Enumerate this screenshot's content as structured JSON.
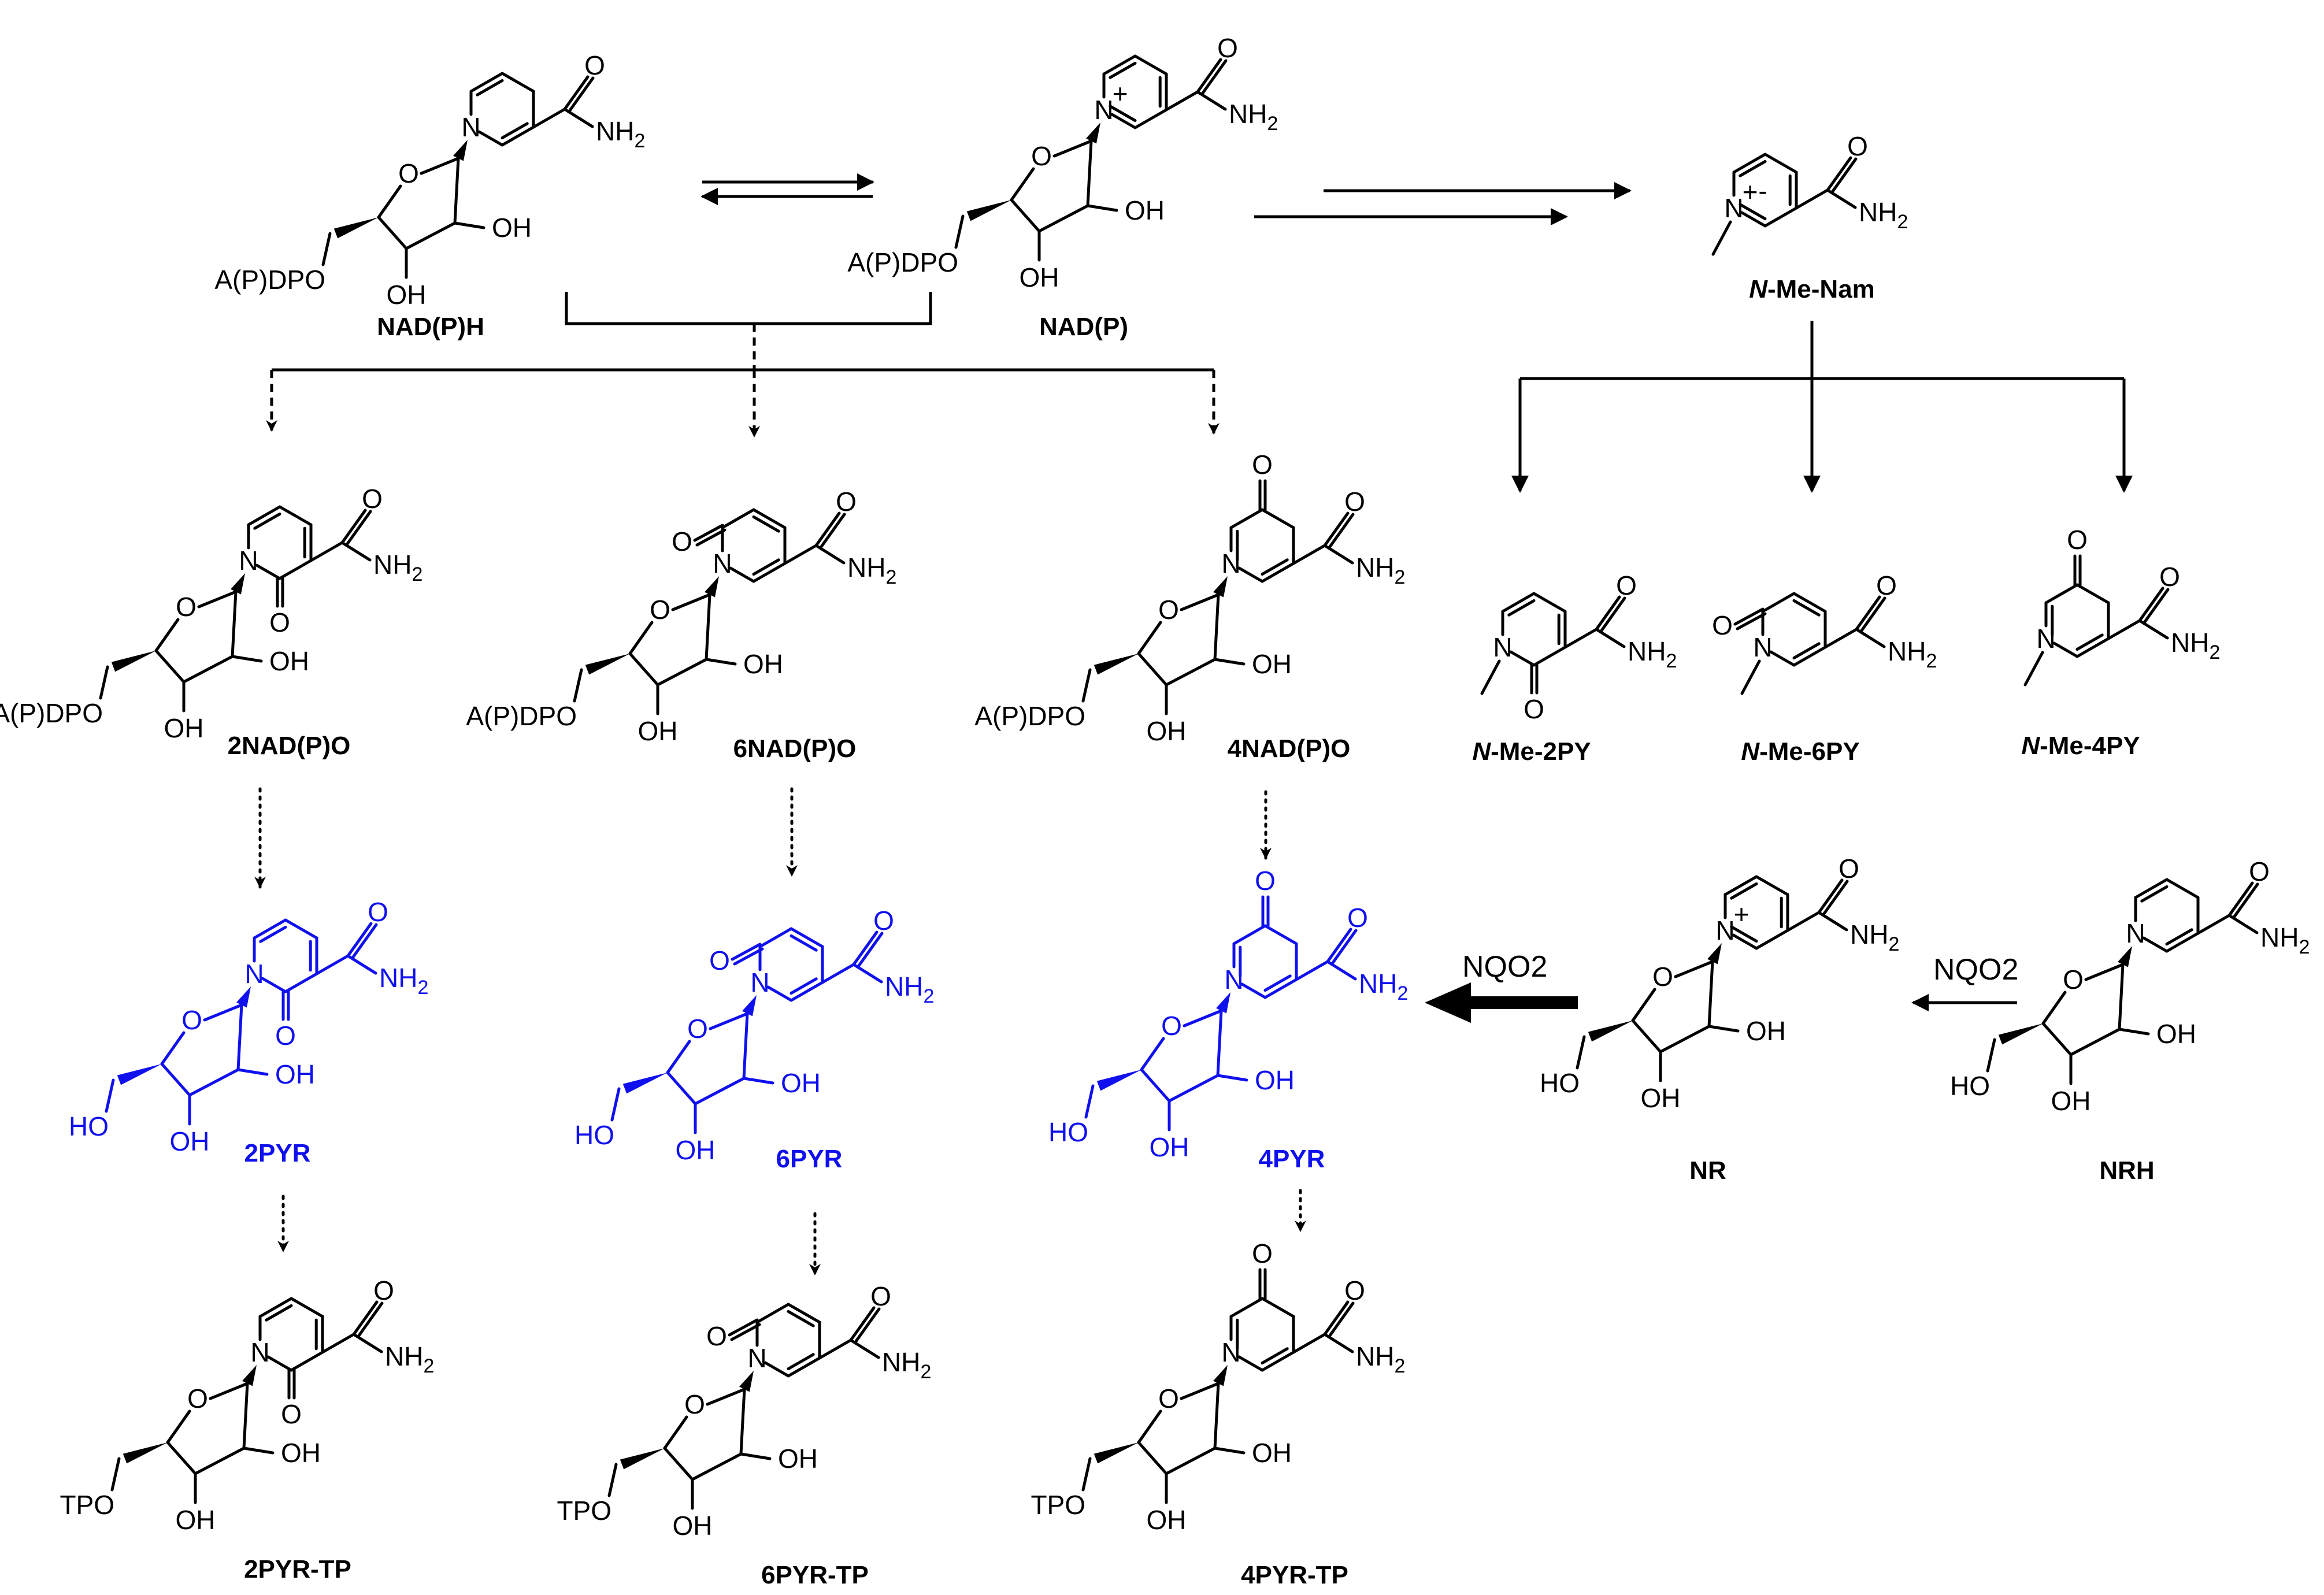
{
  "atoms": {
    "N": "N",
    "O": "O",
    "NH": "NH",
    "sub2": "2",
    "OH": "OH",
    "HO": "HO",
    "plus": "+",
    "minus": "-",
    "ribose_O": "O"
  },
  "substituents": {
    "adp": "A(P)DPO",
    "tpo": "TPO",
    "ho": "HO"
  },
  "compounds": {
    "nadph": "NAD(P)H",
    "nadp": "NAD(P)",
    "nmenam": "-Me-Nam",
    "n_italic": "N",
    "nad2o": "2NAD(P)O",
    "nad6o": "6NAD(P)O",
    "nad4o": "4NAD(P)O",
    "nme2py": "-Me-2PY",
    "nme6py": "-Me-6PY",
    "nme4py": "-Me-4PY",
    "pyr2": "2PYR",
    "pyr6": "6PYR",
    "pyr4": "4PYR",
    "nr": "NR",
    "nrh": "NRH",
    "pyr2tp": "2PYR-TP",
    "pyr6tp": "6PYR-TP",
    "pyr4tp": "4PYR-TP"
  },
  "enzymes": {
    "nqo2_left": "NQO2",
    "nqo2_right": "NQO2"
  },
  "colors": {
    "metabolite": "#1010ee",
    "default": "#000000"
  }
}
